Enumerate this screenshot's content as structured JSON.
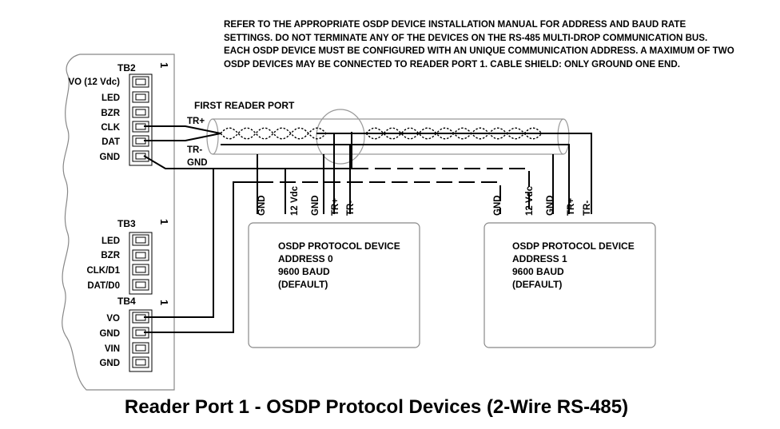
{
  "note": "REFER TO THE APPROPRIATE OSDP DEVICE INSTALLATION MANUAL FOR ADDRESS AND BAUD RATE SETTINGS.  DO NOT TERMINATE ANY OF THE DEVICES ON THE RS-485 MULTI-DROP COMMUNICATION BUS.  EACH OSDP DEVICE MUST BE CONFIGURED WITH AN UNIQUE COMMUNICATION ADDRESS.  A MAXIMUM OF TWO OSDP DEVICES MAY BE CONNECTED TO READER PORT 1.  CABLE SHIELD: ONLY GROUND ONE END.",
  "caption": "Reader Port 1 - OSDP Protocol Devices (2-Wire RS-485)",
  "first_reader_port": "FIRST READER PORT",
  "wire_tags": {
    "trp": "TR+",
    "trm": "TR-",
    "gnd": "GND"
  },
  "tb2": {
    "name": "TB2",
    "pin1": "1",
    "pins": [
      "VO (12 Vdc)",
      "LED",
      "BZR",
      "CLK",
      "DAT",
      "GND"
    ]
  },
  "tb3": {
    "name": "TB3",
    "pin1": "1",
    "pins": [
      "LED",
      "BZR",
      "CLK/D1",
      "DAT/D0"
    ]
  },
  "tb4": {
    "name": "TB4",
    "pin1": "1",
    "pins": [
      "VO",
      "GND",
      "VIN",
      "GND"
    ]
  },
  "device_terminals": [
    "GND",
    "12 Vdc",
    "GND",
    "TR+",
    "TR-"
  ],
  "devices": [
    {
      "lines": [
        "OSDP PROTOCOL DEVICE",
        "ADDRESS 0",
        "9600 BAUD",
        "(DEFAULT)"
      ]
    },
    {
      "lines": [
        "OSDP PROTOCOL DEVICE",
        "ADDRESS 1",
        "9600 BAUD",
        "(DEFAULT)"
      ]
    }
  ]
}
